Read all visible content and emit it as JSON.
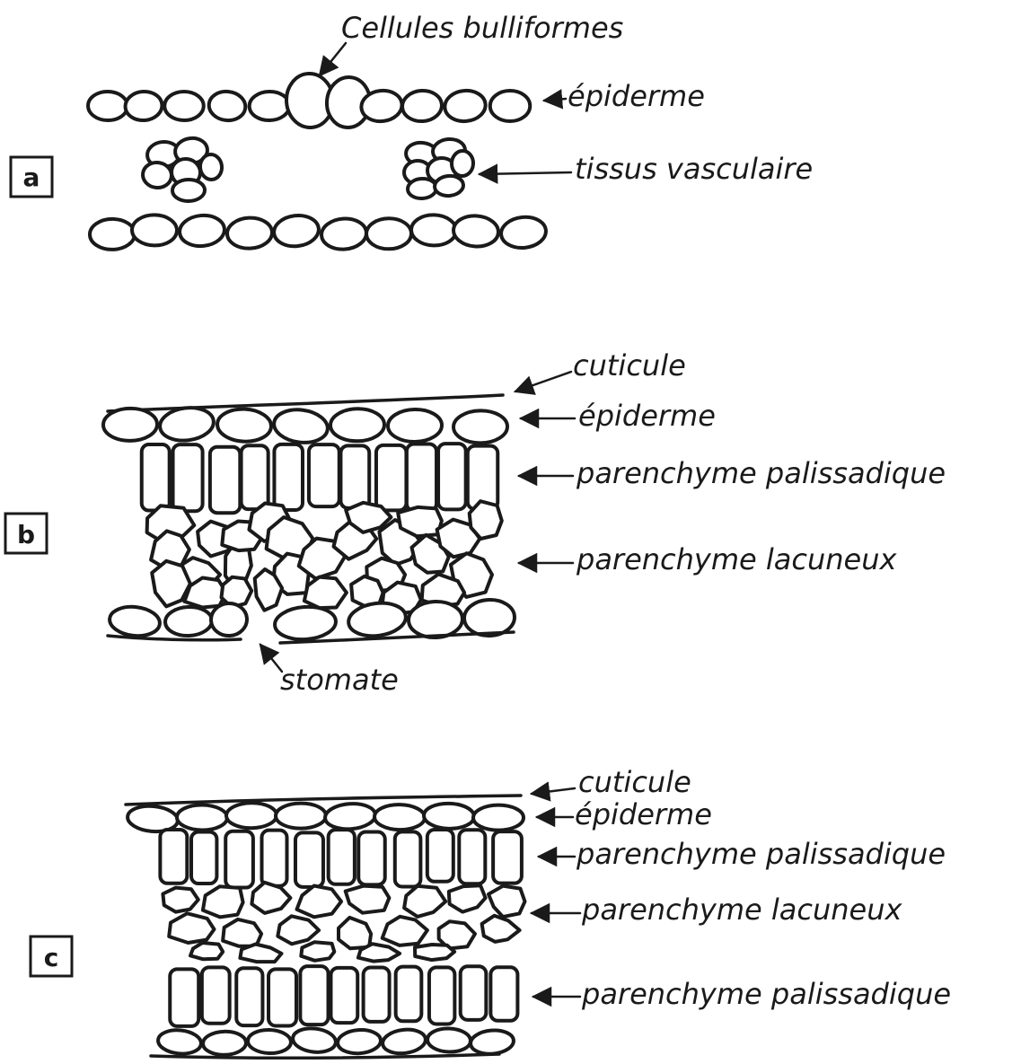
{
  "panels": {
    "a": {
      "letter": "a",
      "labels": {
        "bulliform": "Cellules bulliformes",
        "epidermis": "épiderme",
        "vascular": "tissus vasculaire"
      }
    },
    "b": {
      "letter": "b",
      "labels": {
        "cuticle": "cuticule",
        "epidermis": "épiderme",
        "palisade": "parenchyme palissadique",
        "spongy": "parenchyme lacuneux",
        "stomata": "stomate"
      }
    },
    "c": {
      "letter": "c",
      "labels": {
        "cuticle": "cuticule",
        "epidermis": "épiderme",
        "palisade_top": "parenchyme palissadique",
        "spongy": "parenchyme lacuneux",
        "palisade_bottom": "parenchyme palissadique"
      }
    }
  },
  "colors": {
    "ink": "#1a1a1a",
    "paper": "#ffffff"
  }
}
